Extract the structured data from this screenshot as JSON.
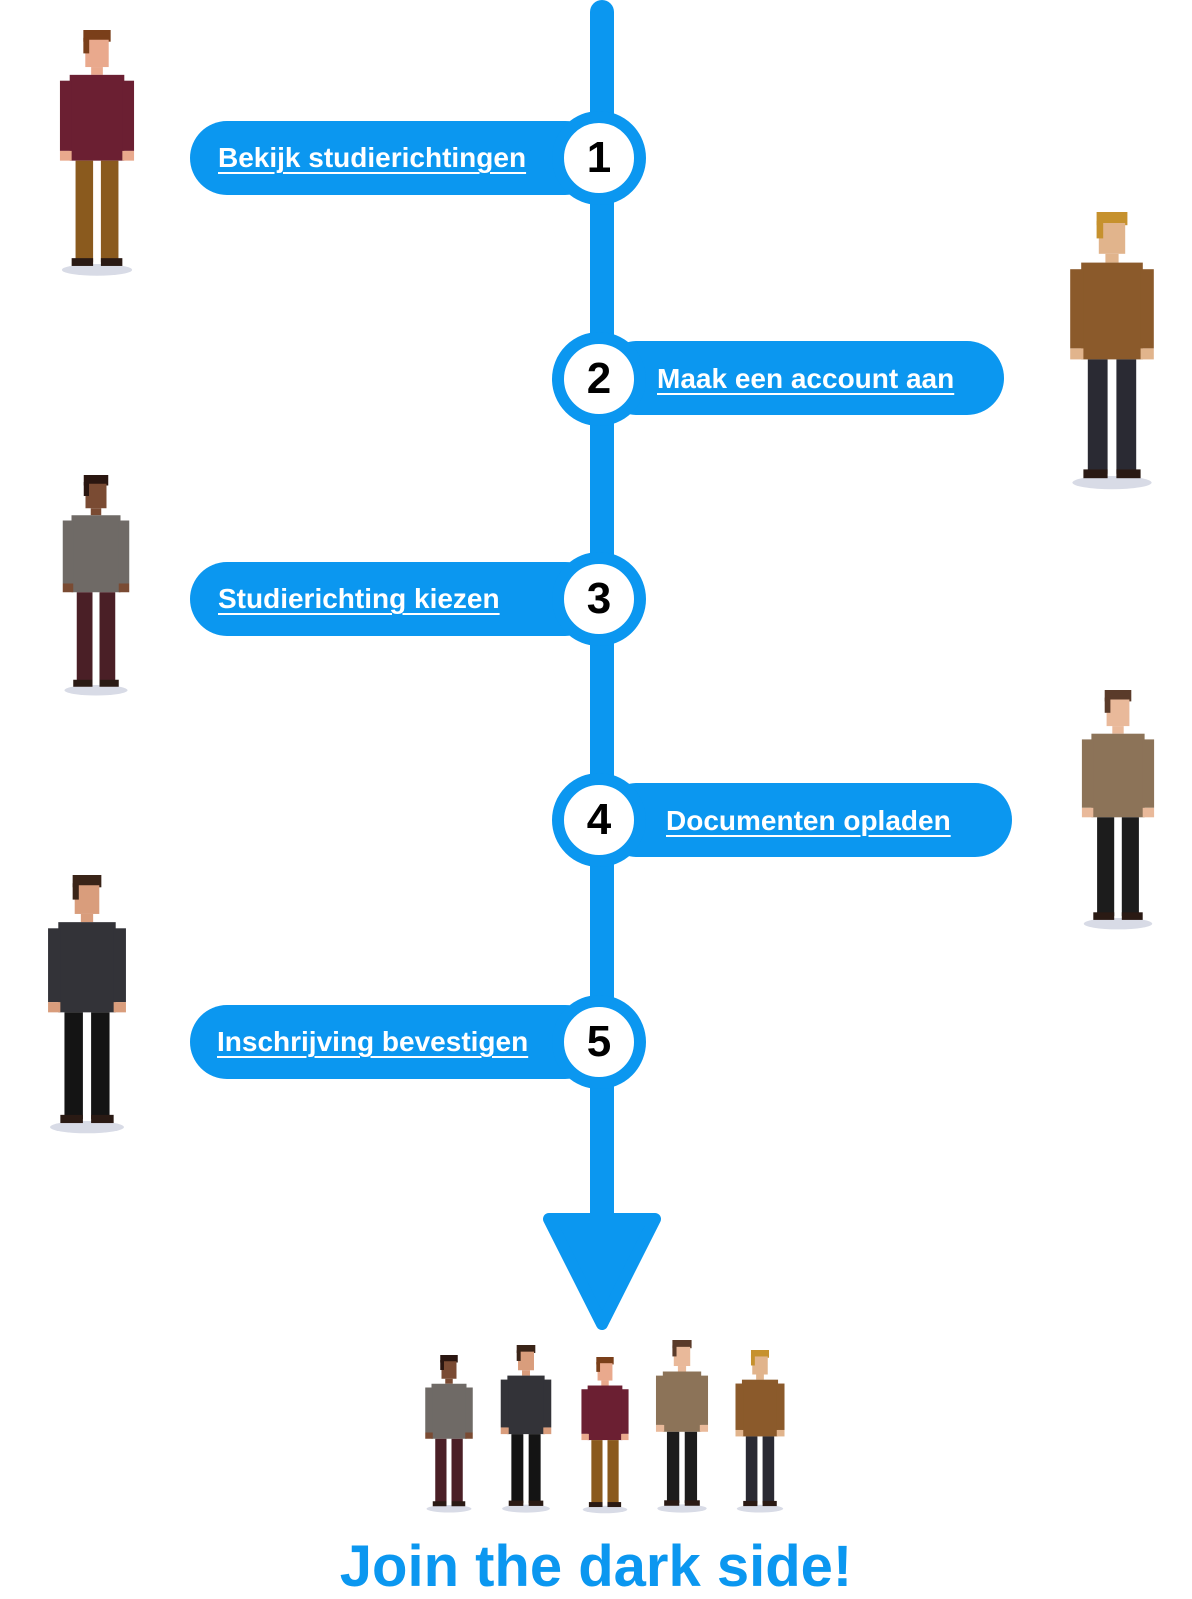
{
  "colors": {
    "accent": "#0b97f0",
    "node_fill": "#ffffff",
    "number_text": "#000000",
    "label_text": "#ffffff"
  },
  "steps": [
    {
      "number": "1",
      "label": "Bekijk studierichtingen",
      "side": "left"
    },
    {
      "number": "2",
      "label": "Maak een account aan",
      "side": "right"
    },
    {
      "number": "3",
      "label": "Studierichting kiezen",
      "side": "left"
    },
    {
      "number": "4",
      "label": "Documenten opladen",
      "side": "right"
    },
    {
      "number": "5",
      "label": "Inschrijving bevestigen",
      "side": "left"
    }
  ],
  "tagline": "Join the dark side!",
  "characters": [
    {
      "name": "red-jacket-person",
      "jacket": "#6b1f32",
      "pants": "#8a5a1e",
      "hair": "#7a3f1a",
      "skin": "#e9a98d"
    },
    {
      "name": "brown-coat-person",
      "jacket": "#8b5a2b",
      "pants": "#2a2a33",
      "hair": "#c6912d",
      "skin": "#e1b48c"
    },
    {
      "name": "striped-sweater-person",
      "jacket": "#6f6a66",
      "pants": "#4a1f26",
      "hair": "#2a1610",
      "skin": "#7a4b33"
    },
    {
      "name": "tan-sweater-person",
      "jacket": "#8c7358",
      "pants": "#1c1c1c",
      "hair": "#5a3b2a",
      "skin": "#e9b99a"
    },
    {
      "name": "bearded-checked-coat-person",
      "jacket": "#333338",
      "pants": "#141414",
      "hair": "#3a2418",
      "skin": "#d99d7c"
    }
  ]
}
